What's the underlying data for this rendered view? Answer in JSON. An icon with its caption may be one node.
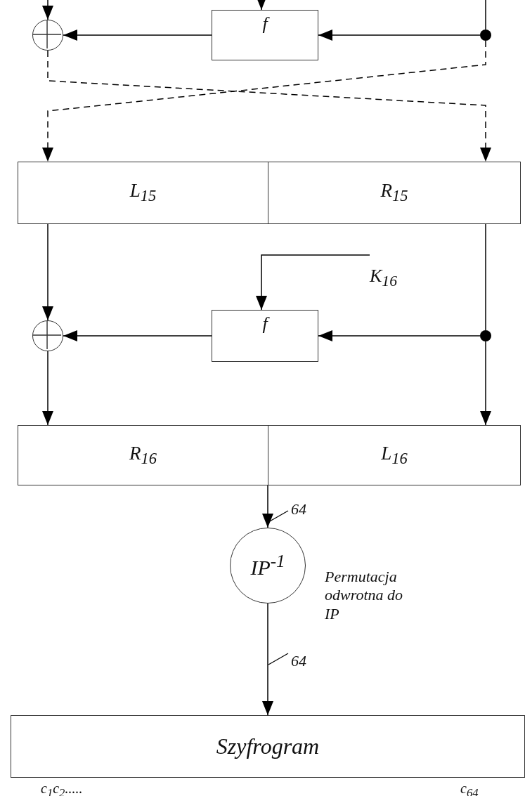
{
  "diagram": {
    "nodes": [
      {
        "text": [],
        "shape": "circle"
      },
      {
        "text": [
          "f"
        ]
      },
      {
        "text": [],
        "shape": "dot"
      },
      {
        "text": [
          "L$_{15}$"
        ]
      },
      {
        "text": [
          "R$_{15}$"
        ]
      },
      {
        "text": [
          "K$_{16}$"
        ]
      },
      {
        "text": [],
        "shape": "circle"
      },
      {
        "text": [
          "f"
        ]
      },
      {
        "text": [],
        "shape": "dot"
      },
      {
        "text": [
          "R$_{16}$"
        ]
      },
      {
        "text": [
          "L$_{16}$"
        ]
      },
      {
        "text": [
          "IP$^{-1}$"
        ],
        "beside": [
          "Permutacja odwrotna do IP"
        ]
      },
      {
        "text": [
          "Szyfrogram"
        ],
        "beside": [
          "c$_{1}$c$_{2}$.....",
          "c$_{64}$"
        ]
      }
    ],
    "edges": [
      {
        "from": null,
        "to": 0,
        "arrow": "to"
      },
      {
        "from": null,
        "to": 1,
        "arrow": "to"
      },
      {
        "from": null,
        "to": 2,
        "arrow": "none"
      },
      {
        "from": 2,
        "to": 1,
        "arrow": "to"
      },
      {
        "from": 1,
        "to": 0,
        "arrow": "to"
      },
      {
        "from": 0,
        "to": 4,
        "arrow": "to",
        "style": "dashed"
      },
      {
        "from": 2,
        "to": 3,
        "arrow": "to",
        "style": "dashed"
      },
      {
        "from": 3,
        "to": 6,
        "arrow": "to"
      },
      {
        "from": 5,
        "to": 7,
        "arrow": "to"
      },
      {
        "from": 4,
        "to": 8,
        "arrow": "none"
      },
      {
        "from": 8,
        "to": 7,
        "arrow": "to"
      },
      {
        "from": 7,
        "to": 6,
        "arrow": "to"
      },
      {
        "from": 6,
        "to": 9,
        "arrow": "to"
      },
      {
        "from": 8,
        "to": 10,
        "arrow": "to"
      },
      {
        "from": 9,
        "to": 11,
        "arrow": "to",
        "label": "64"
      },
      {
        "from": 11,
        "to": 12,
        "arrow": "to",
        "label": "64"
      }
    ]
  }
}
